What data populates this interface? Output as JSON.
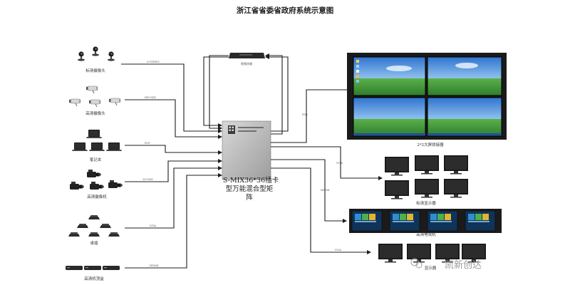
{
  "title": "浙江省省委省政府系统示意图",
  "matrix": {
    "line1": "S-MIX36*36插卡",
    "line2": "型万能混合型矩",
    "line3": "阵"
  },
  "sources": {
    "hd_camera": "标清摄像头",
    "hd_camera2": "高清摄像头",
    "laptop": "笔记本",
    "camcorder": "高清摄像机",
    "terminal": "桌插",
    "settop": "高清机顶盒"
  },
  "outputs": {
    "video_wall": "2*2大屏拼接器",
    "monitors": "标清显示器",
    "tvs": "高清电视机",
    "extra": "显示器"
  },
  "control_label": "视频终端",
  "line_labels": {
    "l1": "S-VIDEO",
    "l2": "HD-SDI",
    "l3": "DVI",
    "l4": "3G-SDI",
    "l5": "VGA",
    "l6": "HDMI",
    "o1": "DVI",
    "o2": "VGA",
    "o3": "HDMI",
    "o4": "VGA"
  },
  "watermark": "凯新创达",
  "colors": {
    "sky": "#3f86d8",
    "grass": "#3c9b3a",
    "matrix_face": "#b9b9b9",
    "line": "#1c1c1c"
  }
}
